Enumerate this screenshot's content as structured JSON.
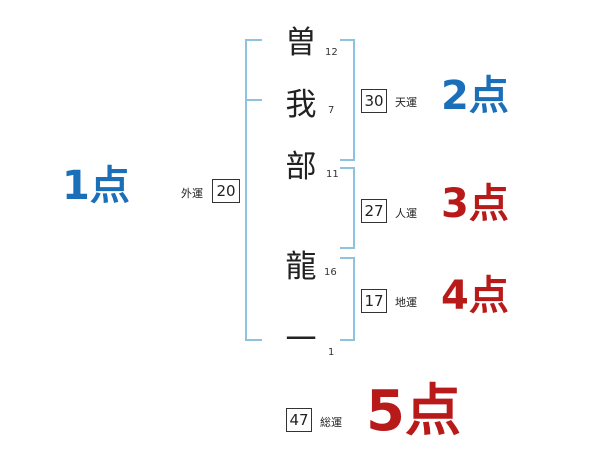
{
  "colors": {
    "bracket": "#8ec3e0",
    "score_blue": "#1a6fb8",
    "score_red": "#b81a1a"
  },
  "name": {
    "characters": [
      {
        "char": "曽",
        "strokes": "12"
      },
      {
        "char": "我",
        "strokes": "7"
      },
      {
        "char": "部",
        "strokes": "11"
      },
      {
        "char": "龍",
        "strokes": "16"
      },
      {
        "char": "一",
        "strokes": "1"
      }
    ]
  },
  "fortunes": {
    "gaikaku": {
      "value": "20",
      "label": "外運",
      "score": "1点"
    },
    "tenkaku": {
      "value": "30",
      "label": "天運",
      "score": "2点"
    },
    "jinkaku": {
      "value": "27",
      "label": "人運",
      "score": "3点"
    },
    "chikaku": {
      "value": "17",
      "label": "地運",
      "score": "4点"
    },
    "soukaku": {
      "value": "47",
      "label": "総運",
      "score": "5点"
    }
  }
}
